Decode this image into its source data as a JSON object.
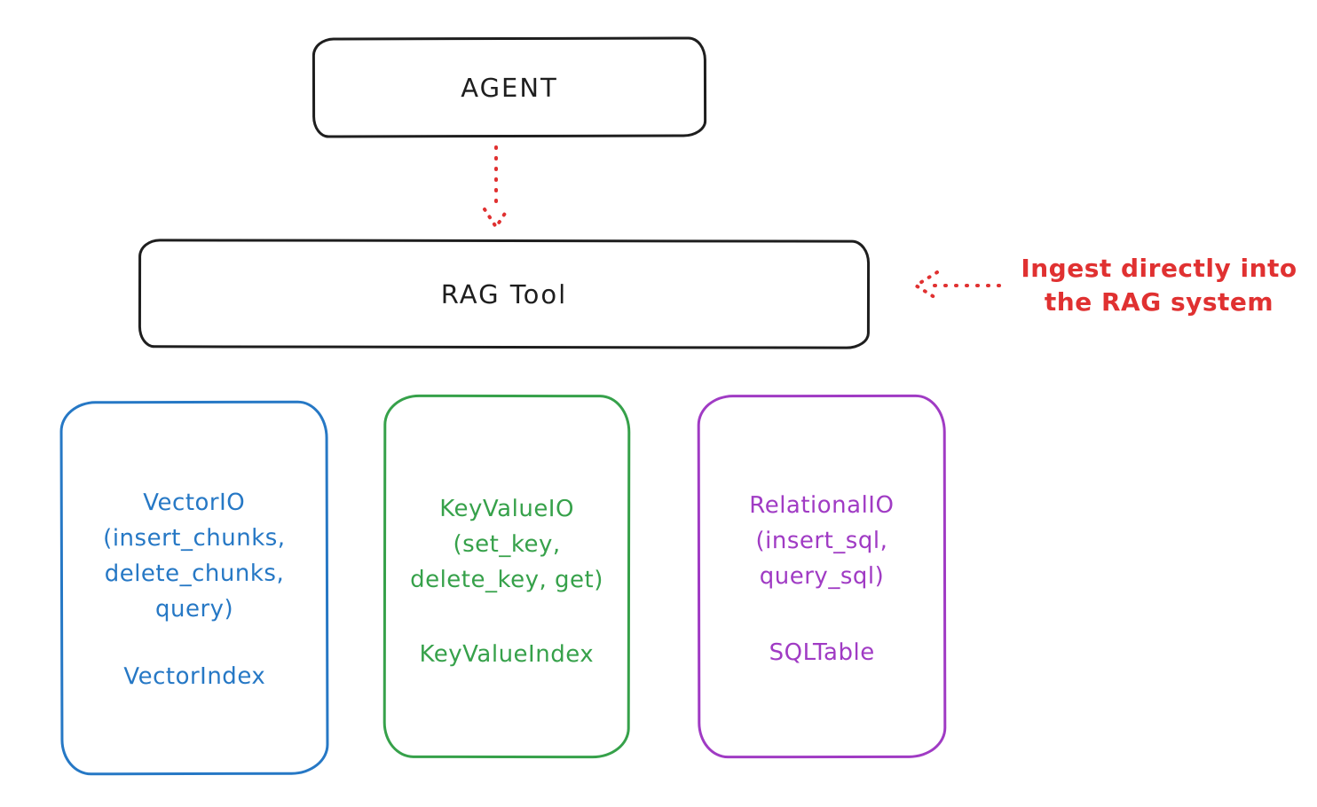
{
  "agent": {
    "label": "AGENT"
  },
  "rag_tool": {
    "label": "RAG Tool"
  },
  "annotation": {
    "lines": [
      "Ingest directly into",
      "the RAG system"
    ]
  },
  "boxes": [
    {
      "id": "vector-io",
      "color": "#2678c5",
      "title_lines": [
        "VectorIO",
        "(insert_chunks,",
        "delete_chunks,",
        "query)"
      ],
      "index_label": "VectorIndex"
    },
    {
      "id": "key-value-io",
      "color": "#36a14a",
      "title_lines": [
        "KeyValueIO",
        "(set_key,",
        "delete_key, get)"
      ],
      "index_label": "KeyValueIndex"
    },
    {
      "id": "relational-io",
      "color": "#a03bc4",
      "title_lines": [
        "RelationalIO",
        "(insert_sql,",
        "query_sql)"
      ],
      "index_label": "SQLTable"
    }
  ],
  "colors": {
    "outline": "#1e1e1e",
    "accent_red": "#e03131",
    "blue": "#2678c5",
    "green": "#36a14a",
    "purple": "#a03bc4"
  }
}
